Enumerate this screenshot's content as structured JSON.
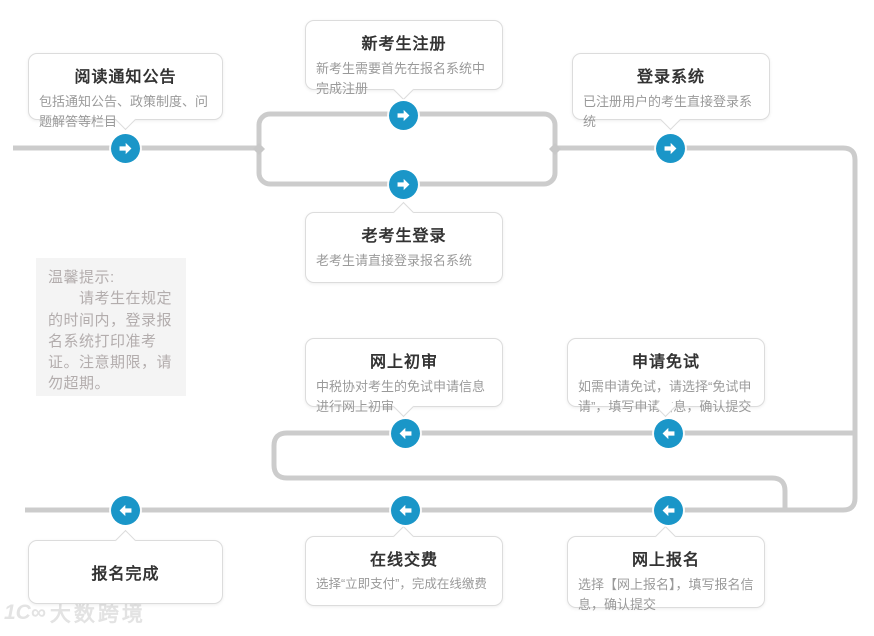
{
  "flow": {
    "boxes": [
      {
        "id": "read-notice",
        "title": "阅读通知公告",
        "desc": "包括通知公告、政策制度、问题解答等栏目"
      },
      {
        "id": "new-register",
        "title": "新考生注册",
        "desc": "新考生需要首先在报名系统中完成注册"
      },
      {
        "id": "login-system",
        "title": "登录系统",
        "desc": "已注册用户的考生直接登录系统"
      },
      {
        "id": "old-login",
        "title": "老考生登录",
        "desc": "老考生请直接登录报名系统"
      },
      {
        "id": "online-review",
        "title": "网上初审",
        "desc": "中税协对考生的免试申请信息进行网上初审"
      },
      {
        "id": "apply-exemption",
        "title": "申请免试",
        "desc": "如需申请免试，请选择“免试申请”，填写申请信息，确认提交"
      },
      {
        "id": "register-done",
        "title": "报名完成",
        "desc": ""
      },
      {
        "id": "online-payment",
        "title": "在线交费",
        "desc": "选择“立即支付”，完成在线缴费"
      },
      {
        "id": "online-register",
        "title": "网上报名",
        "desc": "选择【网上报名】，填写报名信息，确认提交"
      }
    ],
    "tip": {
      "title": "温馨提示:",
      "body": "　　请考生在规定的时间内，登录报名系统打印准考证。注意期限，请勿超期。"
    },
    "watermark": {
      "logo": "1C∞",
      "text": "大数跨境"
    }
  },
  "icons": {
    "arrow_right": "arrow-right-icon",
    "arrow_left": "arrow-left-icon"
  },
  "colors": {
    "arrow_blue": "#1a96c8",
    "line_gray": "#cccccc",
    "box_border": "#dcdcdc",
    "title_text": "#333333",
    "desc_text": "#9a9a9a",
    "tip_bg": "#f4f4f4",
    "tip_text": "#b3adad",
    "watermark_text": "#e3e3e3"
  }
}
